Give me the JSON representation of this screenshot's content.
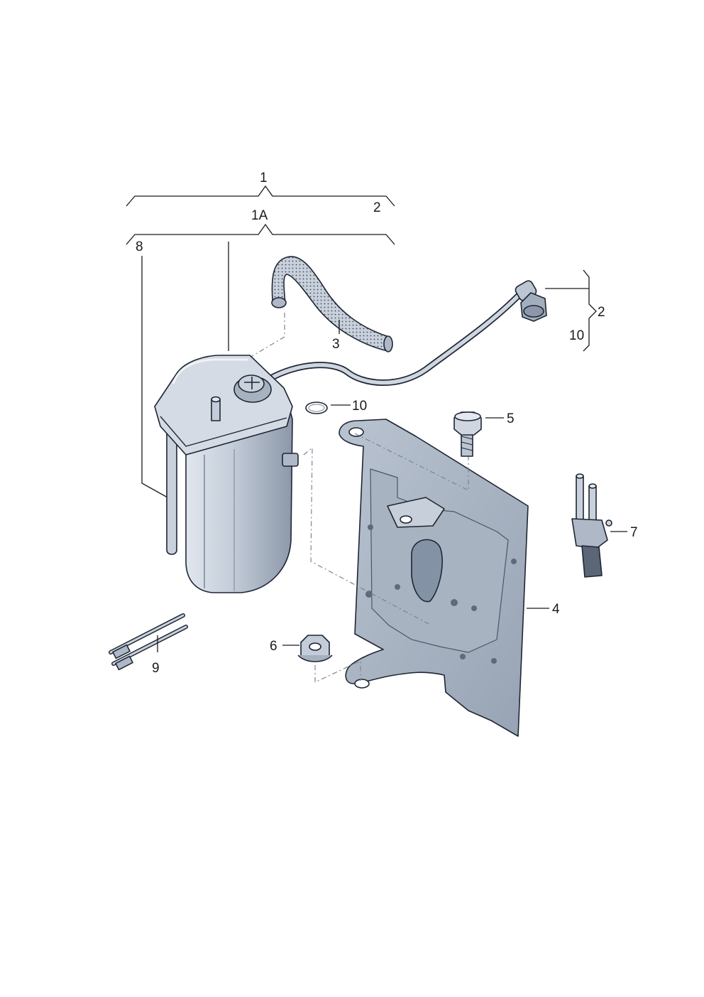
{
  "callouts": {
    "c1": "1",
    "c2_top": "2",
    "c1a": "1A",
    "c8": "8",
    "c3": "3",
    "c2_right": "2",
    "c10_right": "10",
    "c10": "10",
    "c5": "5",
    "c7": "7",
    "c4": "4",
    "c6": "6",
    "c9": "9"
  },
  "colors": {
    "part_fill": "#c3ccd8",
    "part_light": "#e1e6ee",
    "part_dark": "#8f9bad",
    "outline": "#1e2633"
  }
}
